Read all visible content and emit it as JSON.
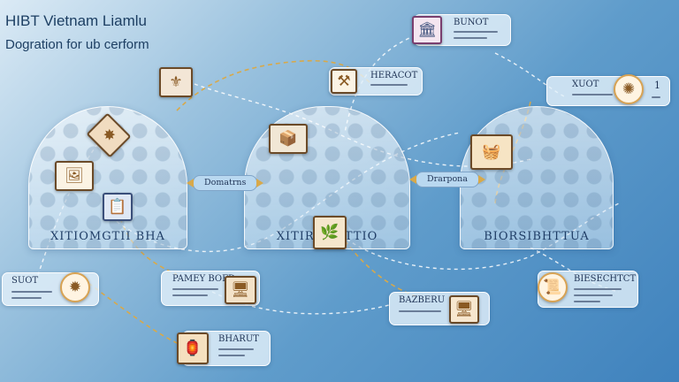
{
  "header": {
    "title": "HIBT Vietnam Liamlu",
    "subtitle": "Dogration for ub cerform"
  },
  "domes": [
    {
      "label": "XITIOMGTII BHA"
    },
    {
      "label": "XITIRI BHTTIO"
    },
    {
      "label": "BIORSIBHTTUA"
    }
  ],
  "connectors": [
    {
      "label": "Domatrns"
    },
    {
      "label": "Drarpona"
    }
  ],
  "callouts": [
    {
      "title": "BUNOT"
    },
    {
      "title": "HERACOT"
    },
    {
      "title": "XUOT"
    },
    {
      "title": "SUOT"
    },
    {
      "title": "PAMEY BOFD"
    },
    {
      "title": "BAZBERU"
    },
    {
      "title": "BIESECHTCT"
    },
    {
      "title": "BHARUT"
    }
  ],
  "badges": {
    "xuot_number": "1"
  },
  "colors": {
    "link_gold": "#d8a94a",
    "link_white": "#ffffff",
    "accent_brown": "#6b4a28"
  },
  "icons": [
    "building-icon",
    "tool-icon",
    "ornament-icon",
    "painting-icon",
    "clipboard-icon",
    "boxes-icon",
    "plant-icon",
    "monitor-icon",
    "document-icon"
  ]
}
